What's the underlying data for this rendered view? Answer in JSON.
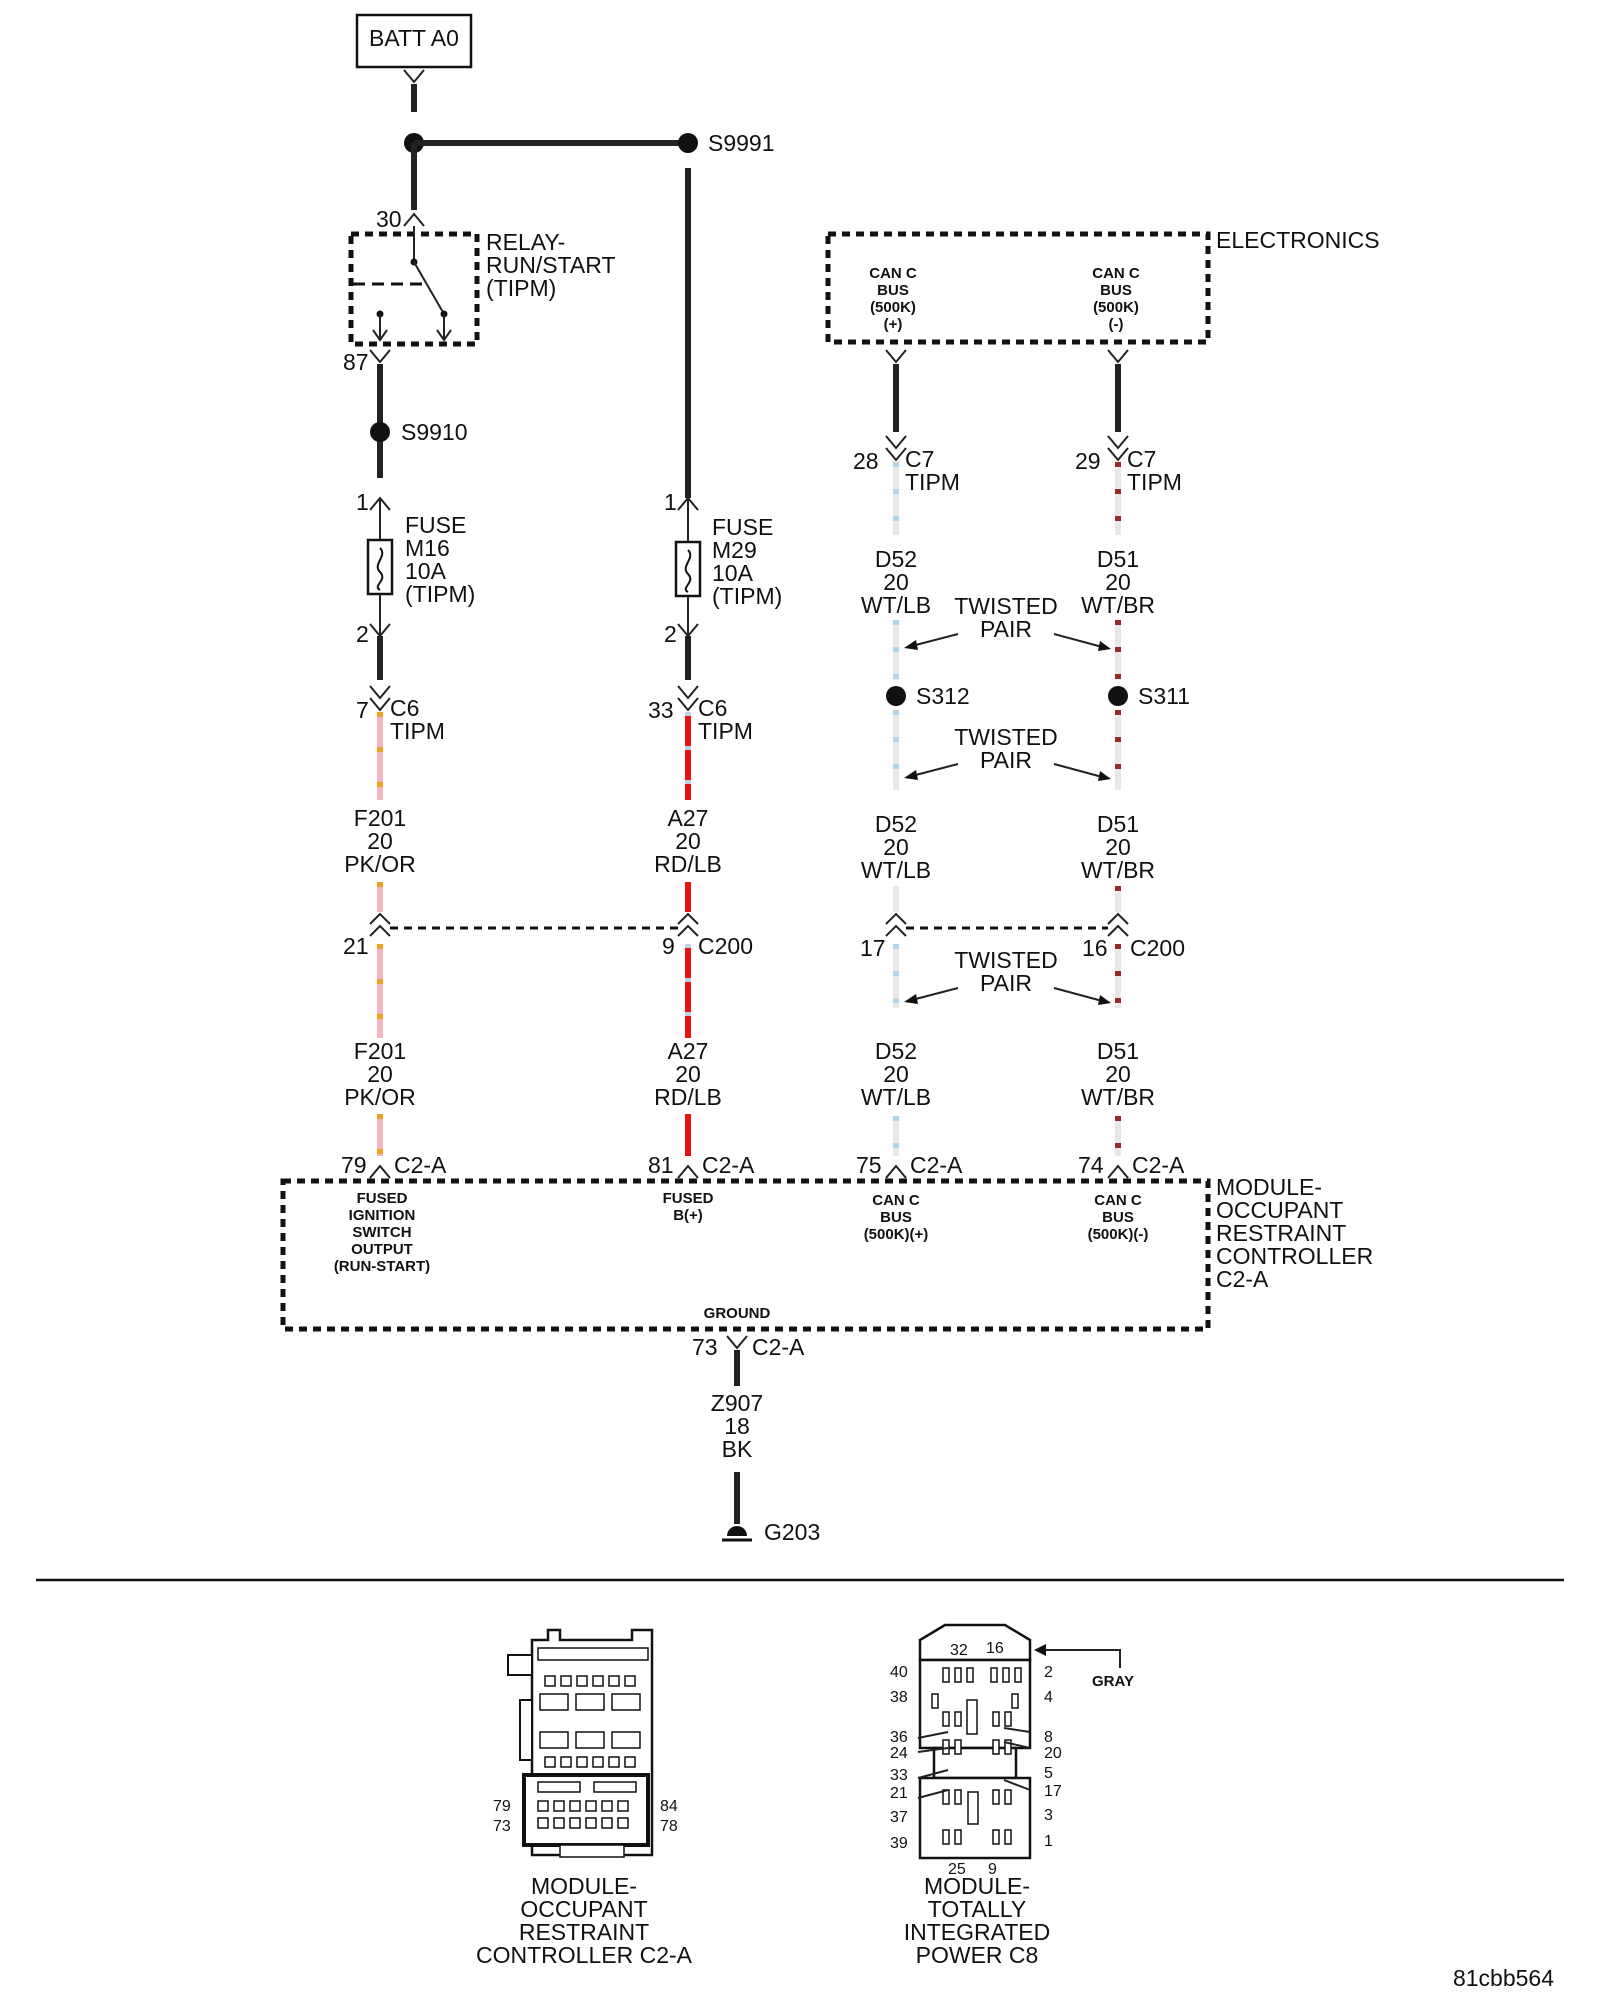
{
  "source": {
    "label": "BATT A0"
  },
  "splices": {
    "s9991": "S9991",
    "s9910": "S9910",
    "s312": "S312",
    "s311": "S311"
  },
  "relay": {
    "pin_in": "30",
    "pin_out": "87",
    "label_line1": "RELAY-",
    "label_line2": "RUN/START",
    "label_line3": "(TIPM)"
  },
  "fuse_m16": {
    "pin_in": "1",
    "pin_out": "2",
    "line1": "FUSE",
    "line2": "M16",
    "line3": "10A",
    "line4": "(TIPM)"
  },
  "fuse_m29": {
    "pin_in": "1",
    "pin_out": "2",
    "line1": "FUSE",
    "line2": "M29",
    "line3": "10A",
    "line4": "(TIPM)"
  },
  "electronics": {
    "label": "ELECTRONICS",
    "pos": {
      "l1": "CAN C",
      "l2": "BUS",
      "l3": "(500K)",
      "l4": "(+)"
    },
    "neg": {
      "l1": "CAN C",
      "l2": "BUS",
      "l3": "(500K)",
      "l4": "(-)"
    }
  },
  "connectors": {
    "c6_a": {
      "pin": "7",
      "name": "C6",
      "sub": "TIPM"
    },
    "c6_b": {
      "pin": "33",
      "name": "C6",
      "sub": "TIPM"
    },
    "c7_a": {
      "pin": "28",
      "name": "C7",
      "sub": "TIPM"
    },
    "c7_b": {
      "pin": "29",
      "name": "C7",
      "sub": "TIPM"
    },
    "c200_a": {
      "pin": "21"
    },
    "c200_b": {
      "pin": "9",
      "name": "C200"
    },
    "c200_c": {
      "pin": "17"
    },
    "c200_d": {
      "pin": "16",
      "name": "C200"
    },
    "c2a_1": {
      "pin": "79",
      "name": "C2-A"
    },
    "c2a_2": {
      "pin": "81",
      "name": "C2-A"
    },
    "c2a_3": {
      "pin": "75",
      "name": "C2-A"
    },
    "c2a_4": {
      "pin": "74",
      "name": "C2-A"
    },
    "c2a_gnd": {
      "pin": "73",
      "name": "C2-A"
    }
  },
  "wires": {
    "f201_1": {
      "circuit": "F201",
      "gauge": "20",
      "color": "PK/OR"
    },
    "a27_1": {
      "circuit": "A27",
      "gauge": "20",
      "color": "RD/LB"
    },
    "d52_1": {
      "circuit": "D52",
      "gauge": "20",
      "color": "WT/LB"
    },
    "d51_1": {
      "circuit": "D51",
      "gauge": "20",
      "color": "WT/BR"
    },
    "d52_2": {
      "circuit": "D52",
      "gauge": "20",
      "color": "WT/LB"
    },
    "d51_2": {
      "circuit": "D51",
      "gauge": "20",
      "color": "WT/BR"
    },
    "f201_2": {
      "circuit": "F201",
      "gauge": "20",
      "color": "PK/OR"
    },
    "a27_2": {
      "circuit": "A27",
      "gauge": "20",
      "color": "RD/LB"
    },
    "d52_3": {
      "circuit": "D52",
      "gauge": "20",
      "color": "WT/LB"
    },
    "d51_3": {
      "circuit": "D51",
      "gauge": "20",
      "color": "WT/BR"
    },
    "z907": {
      "circuit": "Z907",
      "gauge": "18",
      "color": "BK"
    }
  },
  "twisted_pair": {
    "l1": "TWISTED",
    "l2": "PAIR"
  },
  "module": {
    "l1": "MODULE-",
    "l2": "OCCUPANT",
    "l3": "RESTRAINT",
    "l4": "CONTROLLER",
    "l5": "C2-A",
    "pin79": {
      "l1": "FUSED",
      "l2": "IGNITION",
      "l3": "SWITCH",
      "l4": "OUTPUT",
      "l5": "(RUN-START)"
    },
    "pin81": {
      "l1": "FUSED",
      "l2": "B(+)"
    },
    "pin75": {
      "l1": "CAN C",
      "l2": "BUS",
      "l3": "(500K)(+)"
    },
    "pin74": {
      "l1": "CAN C",
      "l2": "BUS",
      "l3": "(500K)(-)"
    },
    "ground": "GROUND"
  },
  "ground": {
    "label": "G203"
  },
  "views": {
    "c2a": {
      "pins": {
        "p79": "79",
        "p73": "73",
        "p84": "84",
        "p78": "78"
      },
      "l1": "MODULE-",
      "l2": "OCCUPANT",
      "l3": "RESTRAINT",
      "l4": "CONTROLLER C2-A"
    },
    "c8": {
      "pins": [
        "32",
        "16",
        "40",
        "2",
        "38",
        "4",
        "36",
        "8",
        "24",
        "20",
        "33",
        "5",
        "21",
        "17",
        "37",
        "3",
        "39",
        "1",
        "25",
        "9"
      ],
      "gray": "GRAY",
      "l1": "MODULE-",
      "l2": "TOTALLY",
      "l3": "INTEGRATED",
      "l4": "POWER C8"
    }
  },
  "figure_id": "81cbb564",
  "wire_colors": {
    "pink": "#f4b6c2",
    "orange": "#f0a020",
    "red": "#e81010",
    "light_blue": "#b6d4e8",
    "light_gray": "#e8e8e8",
    "brown": "#9a2a2a"
  }
}
